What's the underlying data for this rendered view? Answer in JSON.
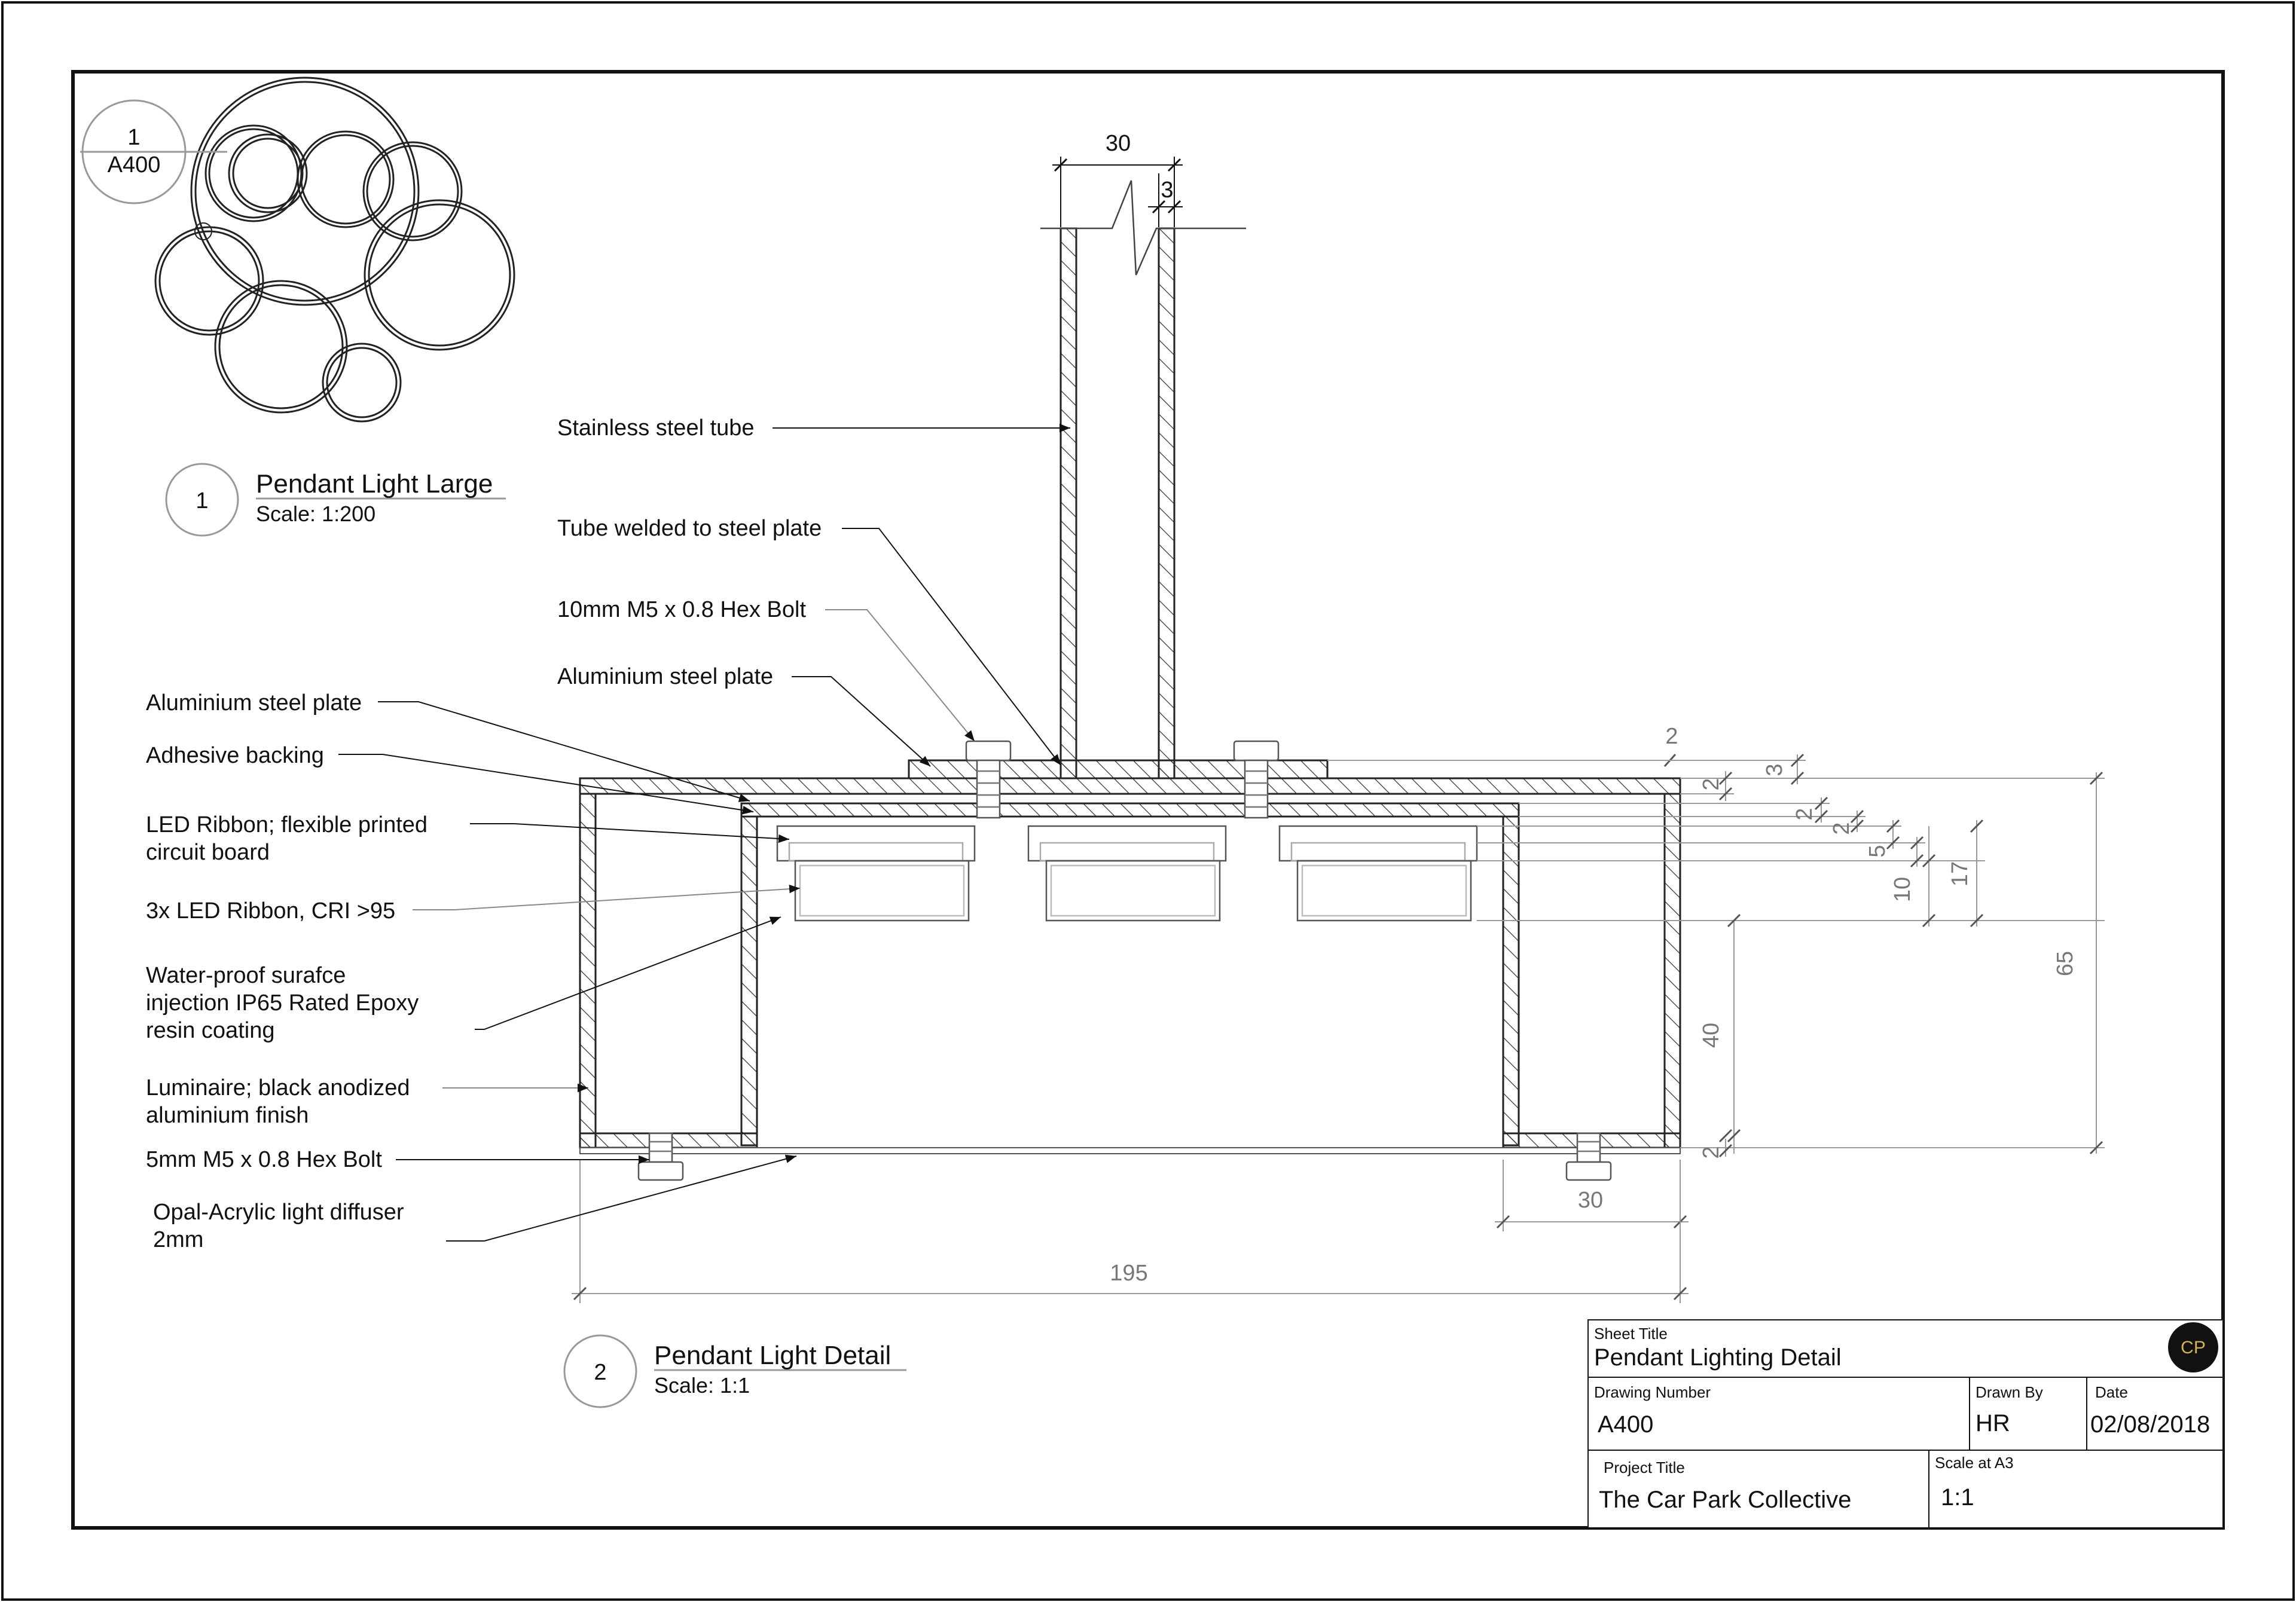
{
  "sheet": {
    "sheet_title_label": "Sheet Title",
    "sheet_title": "Pendant Lighting Detail",
    "drawing_number_label": "Drawing Number",
    "drawing_number": "A400",
    "drawn_by_label": "Drawn By",
    "drawn_by": "HR",
    "date_label": "Date",
    "date": "02/08/2018",
    "project_title_label": "Project Title",
    "project_title": "The Car Park Collective",
    "scale_label": "Scale at A3",
    "scale": "1:1",
    "logo_text": "CP"
  },
  "view1": {
    "bubble_number": "1",
    "callout_top": "1",
    "callout_bottom": "A400",
    "title": "Pendant Light Large",
    "scale": "Scale: 1:200"
  },
  "view2": {
    "bubble_number": "2",
    "title": "Pendant Light Detail",
    "scale": "Scale: 1:1"
  },
  "annotations": {
    "stainless_tube": "Stainless steel tube",
    "tube_welded": "Tube welded to steel plate",
    "hex_bolt_10": "10mm M5 x 0.8 Hex Bolt",
    "alu_plate_top": "Aluminium steel plate",
    "alu_plate_left": "Aluminium steel plate",
    "adhesive": "Adhesive backing",
    "led_ribbon_l1": "LED Ribbon; flexible printed",
    "led_ribbon_l2": "circuit board",
    "led_cri": "3x LED Ribbon, CRI >95",
    "epoxy_l1": "Water-proof surafce",
    "epoxy_l2": "injection IP65 Rated Epoxy",
    "epoxy_l3": "resin coating",
    "luminaire_l1": "Luminaire; black anodized",
    "luminaire_l2": "aluminium finish",
    "hex_bolt_5": "5mm M5 x 0.8 Hex Bolt",
    "diffuser_l1": "Opal-Acrylic light diffuser",
    "diffuser_l2": "2mm"
  },
  "dimensions": {
    "tube_width": "30",
    "tube_wall": "3",
    "top_2": "2",
    "plate_3": "3",
    "plate_2a": "2",
    "d2b": "2",
    "d2c": "2",
    "d5": "5",
    "d10": "10",
    "d17": "17",
    "d65": "65",
    "d40": "40",
    "d2_bottom": "2",
    "foot_30": "30",
    "overall_195": "195"
  }
}
